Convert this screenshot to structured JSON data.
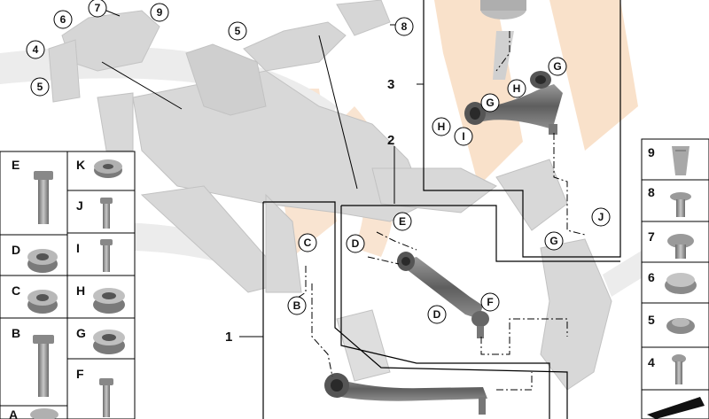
{
  "callouts": {
    "top_left": [
      "6",
      "7",
      "9",
      "4",
      "5",
      "5",
      "8"
    ],
    "group_numbers": [
      "1",
      "2",
      "3"
    ],
    "upper_arm": [
      "G",
      "H",
      "G",
      "H",
      "I",
      "J",
      "G"
    ],
    "mid_arm": [
      "E",
      "D",
      "C",
      "B",
      "F",
      "D"
    ]
  },
  "left_panel": {
    "rows": [
      {
        "left": "E",
        "right": "K"
      },
      {
        "left": "",
        "right": "J"
      },
      {
        "left": "D",
        "right": "I"
      },
      {
        "left": "C",
        "right": "H"
      },
      {
        "left": "B",
        "right": "G"
      },
      {
        "left": "",
        "right": "F"
      },
      {
        "left": "A",
        "right": ""
      }
    ]
  },
  "right_panel": {
    "items": [
      "9",
      "8",
      "7",
      "6",
      "5",
      "4"
    ]
  },
  "colors": {
    "watermark": "#f5d2b4",
    "watermark_grey": "#e6e6e6",
    "part_grey": "#d4d4d4",
    "line": "#000000"
  }
}
